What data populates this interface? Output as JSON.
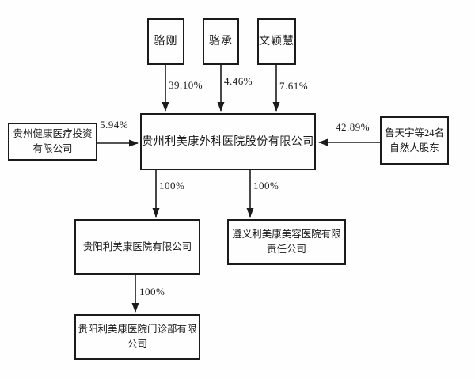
{
  "diagram": {
    "title_hint": "equity-structure-chart",
    "line_color": "#1b1b1b",
    "top_shareholders": [
      {
        "name": "骆刚",
        "ownership": "39.10%"
      },
      {
        "name": "骆承",
        "ownership": "4.46%"
      },
      {
        "name": "文颖慧",
        "ownership": "7.61%"
      }
    ],
    "left_shareholder": {
      "name": "贵州健康医疗投资有限公司",
      "ownership": "5.94%"
    },
    "right_shareholder": {
      "name": "鲁天宇等24名自然人股东",
      "ownership": "42.89%"
    },
    "parent_company": {
      "name": "贵州利美康外科医院股份有限公司"
    },
    "subsidiaries": [
      {
        "name": "贵阳利美康医院有限公司",
        "ownership": "100%"
      },
      {
        "name": "遵义利美康美容医院有限责任公司",
        "ownership": "100%"
      }
    ],
    "sub_subsidiary": {
      "name": "贵阳利美康医院门诊部有限公司",
      "ownership": "100%"
    }
  }
}
